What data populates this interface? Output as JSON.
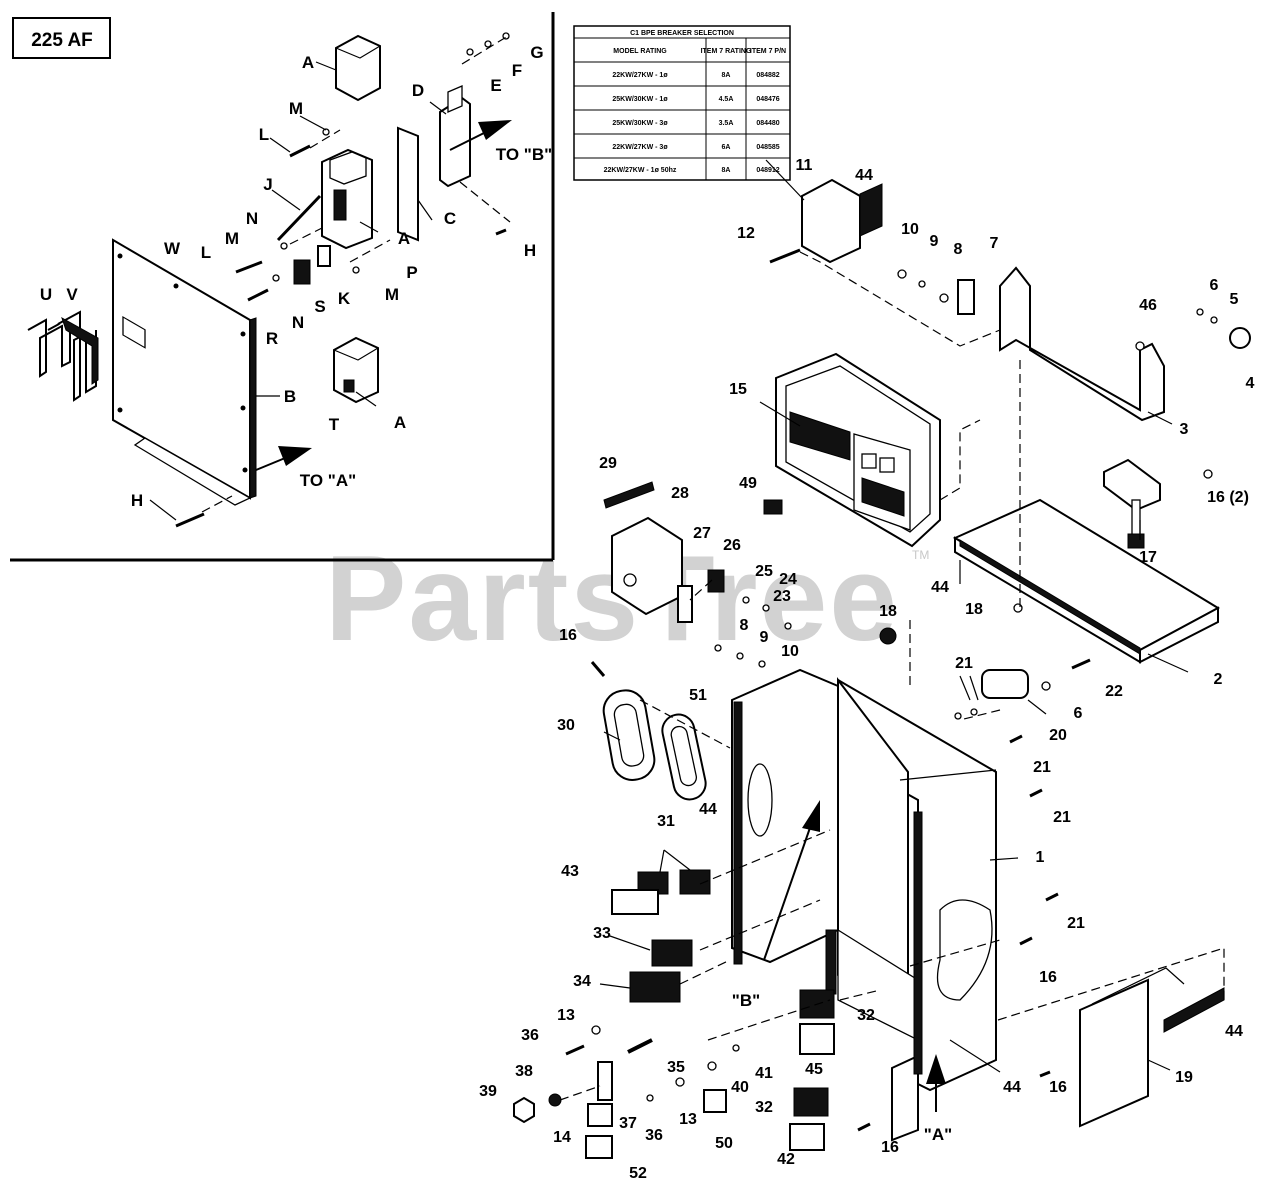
{
  "inset": {
    "title": "225 AF"
  },
  "table": {
    "title": "C1 BPE BREAKER SELECTION",
    "headers": [
      "MODEL RATING",
      "ITEM 7 RATING",
      "ITEM 7 P/N"
    ],
    "rows": [
      [
        "22KW/27KW - 1ø",
        "8A",
        "084882"
      ],
      [
        "25KW/30KW - 1ø",
        "4.5A",
        "048476"
      ],
      [
        "25KW/30KW - 3ø",
        "3.5A",
        "084480"
      ],
      [
        "22KW/27KW - 3ø",
        "6A",
        "048585"
      ],
      [
        "22KW/27KW - 1ø 50hz",
        "8A",
        "048912"
      ]
    ]
  },
  "watermark": {
    "brand": "PartsTree",
    "tm": "TM"
  },
  "callouts": [
    "A",
    "B",
    "C",
    "D",
    "E",
    "F",
    "G",
    "H",
    "J",
    "K",
    "L",
    "M",
    "N",
    "P",
    "R",
    "S",
    "T",
    "U",
    "V",
    "W",
    "TO \"A\"",
    "TO \"B\"",
    "1",
    "2",
    "3",
    "4",
    "5",
    "6",
    "7",
    "8",
    "9",
    "10",
    "11",
    "12",
    "13",
    "14",
    "15",
    "16",
    "16 (2)",
    "17",
    "18",
    "19",
    "20",
    "21",
    "22",
    "23",
    "24",
    "25",
    "26",
    "27",
    "28",
    "29",
    "30",
    "31",
    "32",
    "33",
    "34",
    "35",
    "36",
    "37",
    "38",
    "39",
    "40",
    "41",
    "42",
    "43",
    "44",
    "45",
    "46",
    "49",
    "50",
    "51",
    "52",
    "\"A\"",
    "\"B\""
  ]
}
